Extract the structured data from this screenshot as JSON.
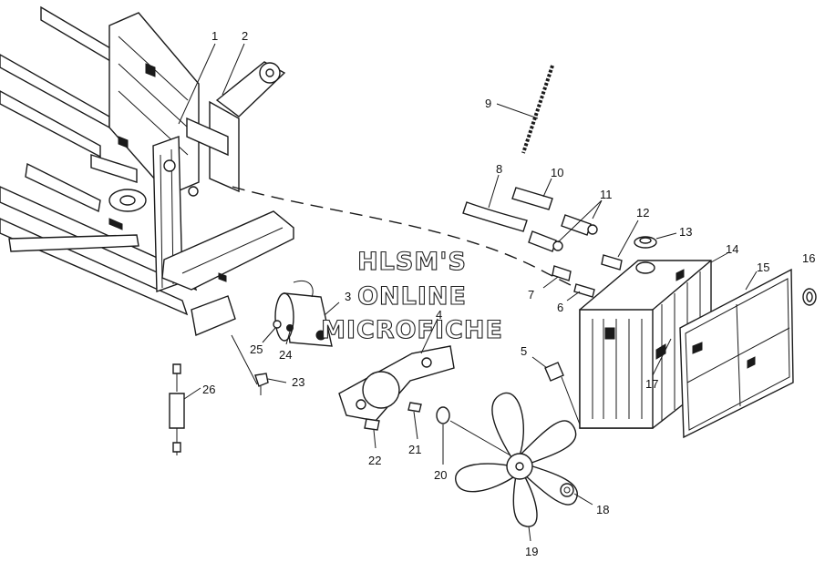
{
  "watermark": {
    "line1": "HLSM'S",
    "line2": "ONLINE",
    "line3": "MICROFICHE"
  },
  "callouts": [
    {
      "id": "c1",
      "text": "1"
    },
    {
      "id": "c2",
      "text": "2"
    },
    {
      "id": "c3",
      "text": "3"
    },
    {
      "id": "c4",
      "text": "4"
    },
    {
      "id": "c5",
      "text": "5"
    },
    {
      "id": "c6",
      "text": "6"
    },
    {
      "id": "c7",
      "text": "7"
    },
    {
      "id": "c8",
      "text": "8"
    },
    {
      "id": "c9",
      "text": "9"
    },
    {
      "id": "c10",
      "text": "10"
    },
    {
      "id": "c11",
      "text": "11"
    },
    {
      "id": "c12",
      "text": "12"
    },
    {
      "id": "c13",
      "text": "13"
    },
    {
      "id": "c14",
      "text": "14"
    },
    {
      "id": "c15",
      "text": "15"
    },
    {
      "id": "c16",
      "text": "16"
    },
    {
      "id": "c17",
      "text": "17"
    },
    {
      "id": "c18",
      "text": "18"
    },
    {
      "id": "c19",
      "text": "19"
    },
    {
      "id": "c20",
      "text": "20"
    },
    {
      "id": "c21",
      "text": "21"
    },
    {
      "id": "c22",
      "text": "22"
    },
    {
      "id": "c23",
      "text": "23"
    },
    {
      "id": "c24",
      "text": "24"
    },
    {
      "id": "c25",
      "text": "25"
    },
    {
      "id": "c26",
      "text": "26"
    }
  ]
}
